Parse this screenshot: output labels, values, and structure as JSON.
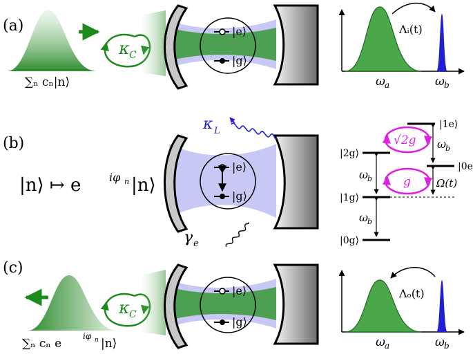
{
  "panels": [
    {
      "id": "a",
      "label": "(a)",
      "input_sum_label": "∑ₙ cₙ|n⟩",
      "coupling_label": "κ",
      "coupling_sub": "C",
      "state_e": "|e⟩",
      "state_g": "|g⟩",
      "spectrum_transfer_label": "Λᵢ(t)",
      "omega_a": "ω",
      "omega_a_sub": "a",
      "omega_b": "ω",
      "omega_b_sub": "b"
    },
    {
      "id": "b",
      "label": "(b)",
      "map_label": "|n⟩ ↦ e",
      "map_exp": "iφ",
      "map_exp_sub": "n",
      "map_tail": "|n⟩",
      "loss_label": "κ",
      "loss_sub": "L",
      "decay_label": "γ",
      "decay_sub": "e",
      "state_e": "|e⟩",
      "state_g": "|g⟩",
      "levels": {
        "l1e": "|1e⟩",
        "l2g": "|2g⟩",
        "l0e": "|0e⟩",
        "l1g": "|1g⟩",
        "l0g": "|0g⟩"
      },
      "sqrt2g": "√2g",
      "g": "g",
      "omega_b": "ω",
      "omega_b_sub": "b",
      "Omega": "Ω(t)"
    },
    {
      "id": "c",
      "label": "(c)",
      "output_sum_label": "∑ₙ cₙ e",
      "output_exp": "iφ",
      "output_exp_sub": "n",
      "output_tail": "|n⟩",
      "coupling_label": "κ",
      "coupling_sub": "C",
      "state_e": "|e⟩",
      "state_g": "|g⟩",
      "spectrum_transfer_label": "Λₒ(t)",
      "omega_a": "ω",
      "omega_a_sub": "a",
      "omega_b": "ω",
      "omega_b_sub": "b"
    }
  ],
  "colors": {
    "green": "#1d8a1d",
    "green_fill": "#4aa84a",
    "blue": "#2020d0",
    "lavender": "#c8c8f4",
    "magenta": "#e020e0",
    "mirror_gray": "#c8c8c8"
  }
}
